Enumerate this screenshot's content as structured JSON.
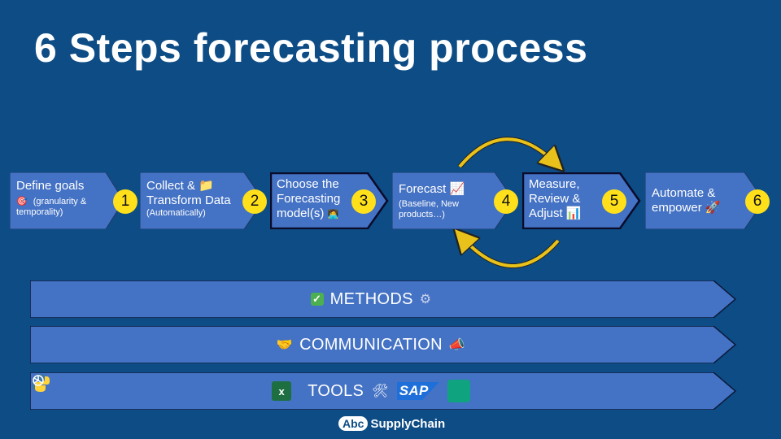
{
  "title": "6 Steps forecasting process",
  "steps": [
    {
      "number": "1",
      "line1": "Define goals",
      "line2": "",
      "line3": "(granularity &",
      "line4": "temporality)",
      "emoji": "🎯"
    },
    {
      "number": "2",
      "line1": "Collect &",
      "line2": "Transform Data",
      "line3": "(Automatically)",
      "emoji": "📁"
    },
    {
      "number": "3",
      "line1": "Choose the",
      "line2": "Forecasting",
      "line3": "model(s)",
      "emoji": "🧑‍💻"
    },
    {
      "number": "4",
      "line1": "Forecast",
      "line2": "(Baseline, New",
      "line3": "products…)",
      "emoji": "📈"
    },
    {
      "number": "5",
      "line1": "Measure,",
      "line2": "Review &",
      "line3": "Adjust",
      "emoji": "📊"
    },
    {
      "number": "6",
      "line1": "Automate &",
      "line2": "empower",
      "emoji": "🚀"
    }
  ],
  "bands": [
    {
      "label": "METHODS",
      "icon_left": "check-icon",
      "icon_right": "gear-icon"
    },
    {
      "label": "COMMUNICATION",
      "icon_left": "handshake-icon",
      "icon_right": "megaphone-icon"
    },
    {
      "label": "TOOLS",
      "icon_left": "excel-icon python-icon",
      "icon_right": "tools-icon sap-icon chatgpt-icon"
    }
  ],
  "tools": {
    "excel_letter": "x",
    "sap": "SAP"
  },
  "logo": {
    "abc": "Abc",
    "name": "SupplyChain"
  },
  "colors": {
    "background": "#0d4c85",
    "box": "#4472c4",
    "number": "#ffe01a",
    "cycle_arrow": "#e8c21a"
  }
}
